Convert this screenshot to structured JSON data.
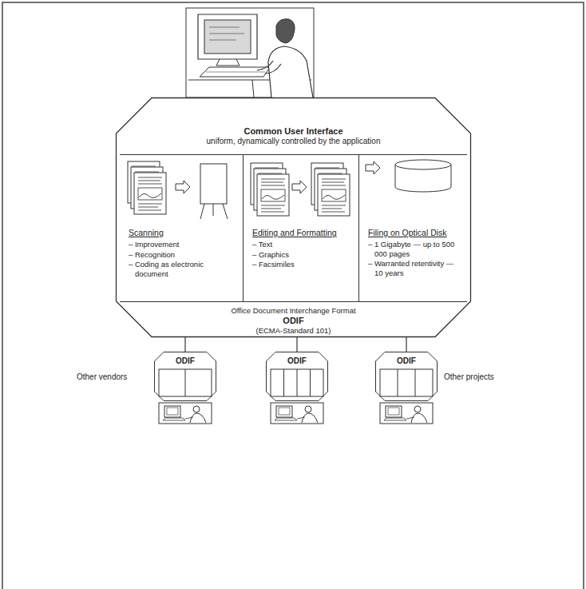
{
  "diagram": {
    "nodes": [
      {
        "text": [
          "Common User Interface",
          "uniform, dynamically controlled by the application",
          "Office Document Interchange Format",
          "ODIF",
          "(ECMA-Standard 101)"
        ]
      },
      {
        "text": [
          "Scanning",
          "– Improvement",
          "– Recognition",
          "– Coding as electronic document"
        ],
        "in": 0
      },
      {
        "text": [
          "Editing and Formatting",
          "– Text",
          "– Graphics",
          "– Facsimiles"
        ],
        "in": 0
      },
      {
        "text": [
          "Filing on Optical Disk",
          "– 1 Gigabyte — up to 500 000 pages",
          "– Warranted retentivity — 10 years"
        ],
        "in": 0
      },
      {
        "text": [
          "ODIF"
        ]
      },
      {
        "text": [
          "ODIF"
        ]
      },
      {
        "text": [
          "ODIF"
        ]
      }
    ],
    "edges": [
      {
        "from": 0,
        "to": 4,
        "arrow": "none"
      },
      {
        "from": 0,
        "to": 5,
        "arrow": "none"
      },
      {
        "from": 0,
        "to": 6,
        "arrow": "none"
      }
    ],
    "labels": [
      "Other vendors",
      "Other projects"
    ]
  }
}
